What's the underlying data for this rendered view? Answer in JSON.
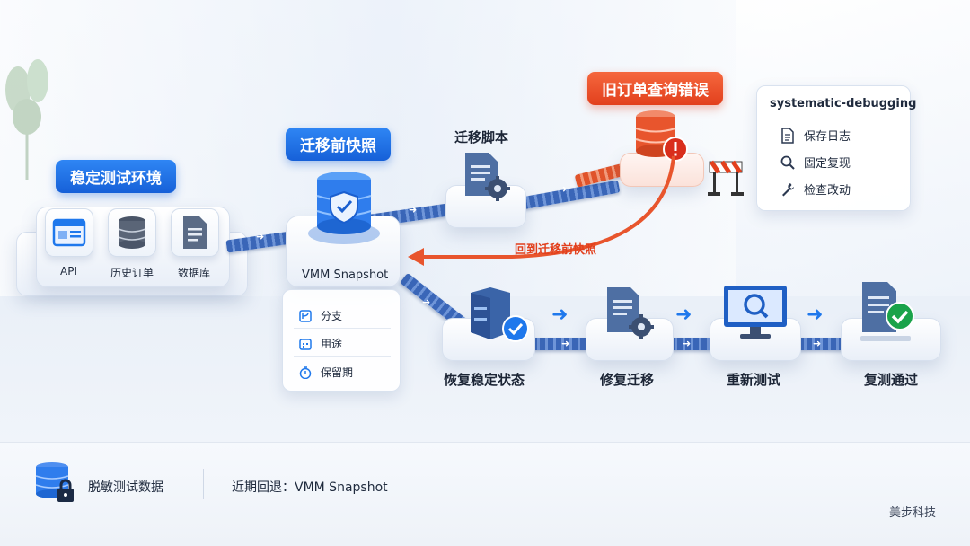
{
  "env": {
    "title": "稳定测试环境",
    "items": [
      {
        "label": "API",
        "icon": "browser-window-icon"
      },
      {
        "label": "历史订单",
        "icon": "database-icon"
      },
      {
        "label": "数据库",
        "icon": "document-icon"
      }
    ]
  },
  "snapshot": {
    "title": "迁移前快照",
    "caption": "VMM Snapshot",
    "details": [
      {
        "label": "分支",
        "icon": "branch-icon"
      },
      {
        "label": "用途",
        "icon": "calendar-icon"
      },
      {
        "label": "保留期",
        "icon": "timer-icon"
      }
    ]
  },
  "migration": {
    "title": "迁移脚本",
    "icon": "script-gear-icon"
  },
  "error": {
    "title": "旧订单查询错误",
    "icon": "database-error-icon"
  },
  "debugging": {
    "title": "systematic-debugging",
    "items": [
      {
        "label": "保存日志",
        "icon": "log-file-icon"
      },
      {
        "label": "固定复现",
        "icon": "search-icon"
      },
      {
        "label": "检查改动",
        "icon": "wrench-icon"
      }
    ]
  },
  "rollback": {
    "label": "回到迁移前快照"
  },
  "steps": [
    {
      "label": "恢复稳定状态",
      "icon": "server-check-icon"
    },
    {
      "label": "修复迁移",
      "icon": "document-gear-icon"
    },
    {
      "label": "重新测试",
      "icon": "monitor-search-icon"
    },
    {
      "label": "复测通过",
      "icon": "document-check-icon"
    }
  ],
  "footer": {
    "left_label": "脱敏测试数据",
    "recent": "近期回退：VMM Snapshot",
    "brand": "美步科技"
  },
  "colors": {
    "accent_blue": "#1f78ec",
    "error_red": "#e2401d",
    "success_green": "#1aa34a"
  }
}
